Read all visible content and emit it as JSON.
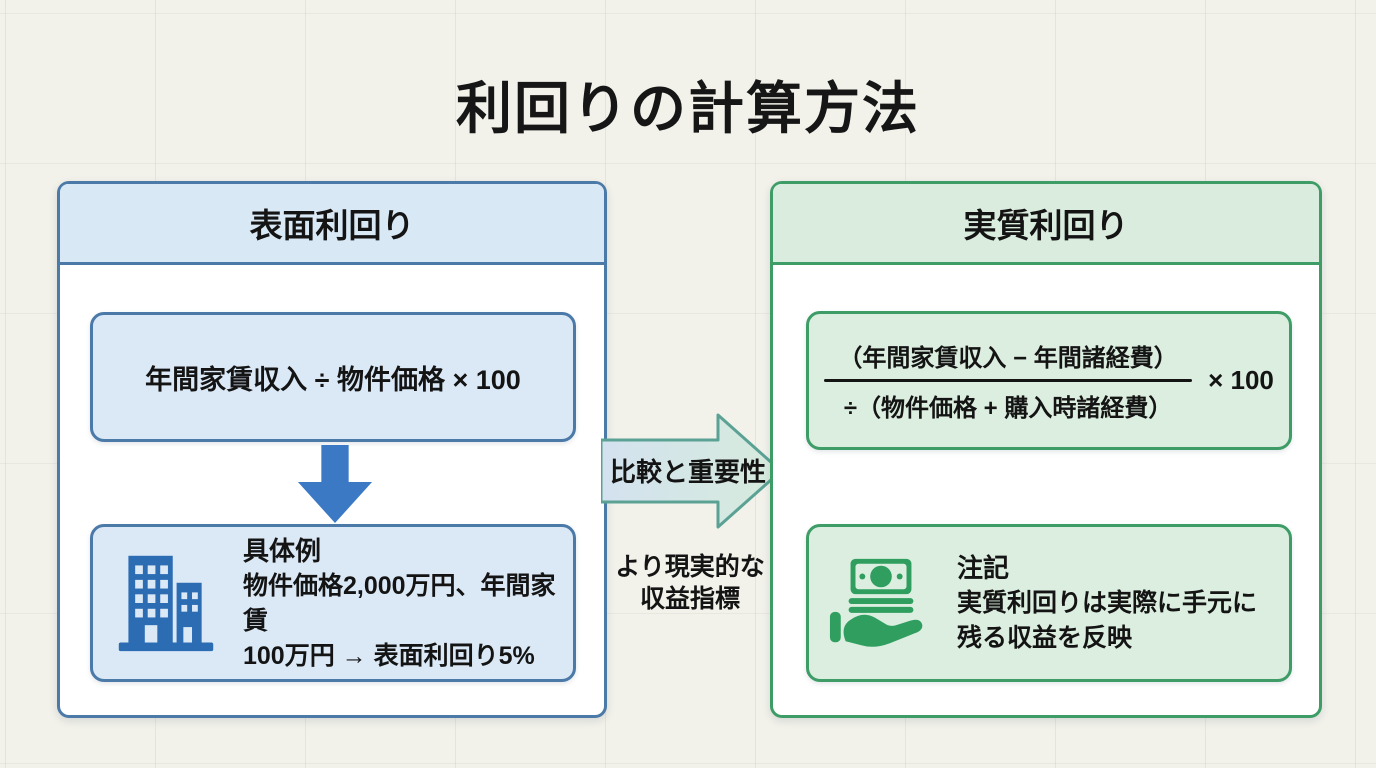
{
  "title": "利回りの計算方法",
  "surface_yield": {
    "header": "表面利回り",
    "formula": "年間家賃収入 ÷ 物件価格 × 100",
    "example_heading": "具体例",
    "example_line1": "物件価格2,000万円、年間家賃",
    "example_line2": "100万円 → 表面利回り5%"
  },
  "net_yield": {
    "header": "実質利回り",
    "formula_numerator": "（年間家賃収入 − 年間諸経費）",
    "formula_denominator": "÷（物件価格 + 購入時諸経費）",
    "formula_multiplier": "× 100",
    "note_heading": "注記",
    "note_line1": "実質利回りは実際に手元に",
    "note_line2": "残る収益を反映"
  },
  "connector": {
    "arrow_label": "比較と重要性",
    "caption_line1": "より現実的な",
    "caption_line2": "収益指標"
  },
  "icons": {
    "building": "building-icon",
    "money_hand": "money-in-hand-icon",
    "down_arrow": "down-arrow-icon",
    "right_arrow": "comparison-arrow-shape"
  },
  "colors": {
    "background": "#f2f1ea",
    "blue_border": "#4b79a8",
    "blue_fill": "#d9e8f5",
    "blue_arrow": "#3b79c5",
    "icon_blue": "#2b6cb3",
    "green_border": "#3e9d67",
    "green_fill": "#d9ecdd",
    "icon_green": "#2f9e5f",
    "connector_stroke": "#5ba295",
    "text": "#141414"
  }
}
